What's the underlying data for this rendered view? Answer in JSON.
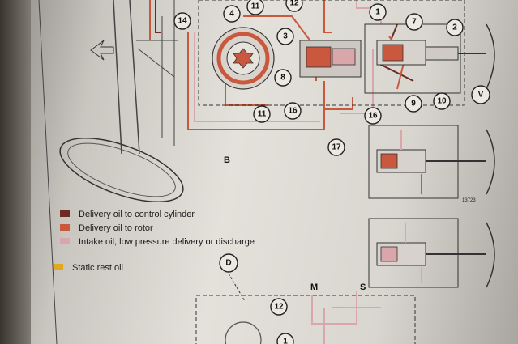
{
  "section_labels": {
    "b": "B",
    "d": "D",
    "v": "V"
  },
  "port_labels": {
    "m": "M",
    "s": "S"
  },
  "figure_number": "13723",
  "callouts": {
    "c1": "1",
    "c2": "2",
    "c3": "3",
    "c4": "4",
    "c7": "7",
    "c8": "8",
    "c9": "9",
    "c10": "10",
    "c11a": "11",
    "c11b": "11",
    "c12a": "12",
    "c12b": "12",
    "c14": "14",
    "c16a": "16",
    "c16b": "16",
    "c17": "17",
    "c1b": "1"
  },
  "legend": [
    {
      "label": "Delivery oil to control cylinder",
      "color": "#6b2a22"
    },
    {
      "label": "Delivery oil to rotor",
      "color": "#c9583e"
    },
    {
      "label": "Intake oil, low pressure delivery or discharge",
      "color": "#d9a7a9"
    },
    {
      "label": "Static rest oil",
      "color": "#e0a820"
    }
  ]
}
